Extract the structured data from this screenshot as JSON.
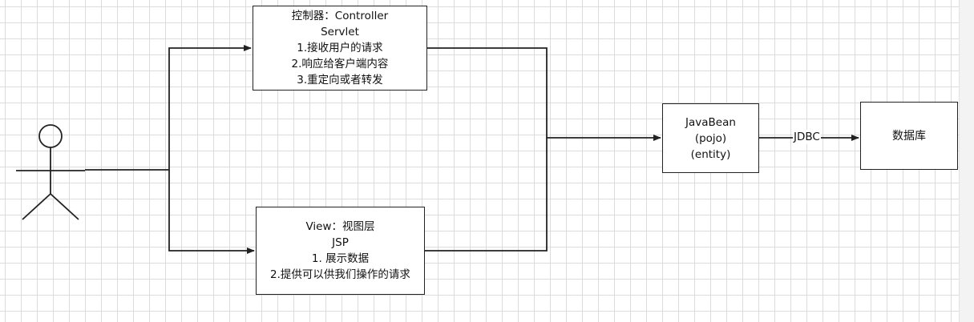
{
  "diagram": {
    "controller": {
      "title": "控制器：Controller",
      "subtitle": "Servlet",
      "items": [
        "1.接收用户的请求",
        "2.响应给客户端内容",
        "3.重定向或者转发"
      ]
    },
    "view": {
      "title": "View：视图层",
      "subtitle": "JSP",
      "items": [
        "1. 展示数据",
        "2.提供可以供我们操作的请求"
      ]
    },
    "javabean": {
      "lines": [
        "JavaBean",
        "(pojo)",
        "(entity)"
      ]
    },
    "database": {
      "label": "数据库"
    },
    "edge_label": "JDBC",
    "actor_icon": "stick-figure-user-icon",
    "colors": {
      "stroke": "#222222",
      "grid": "#dcdcdc",
      "background": "#ffffff"
    }
  }
}
